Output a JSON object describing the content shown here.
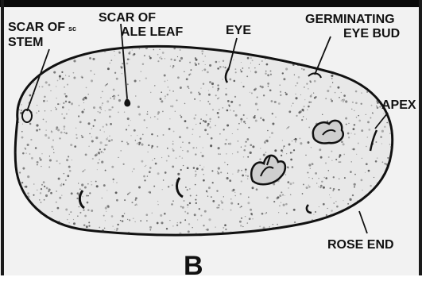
{
  "diagram": {
    "figure_letter": "B",
    "labels": {
      "scar_of_stem_line1": "SCAR OF",
      "scar_of_stem_suffix": "sc",
      "scar_of_stem_line2": "STEM",
      "scar_of_scale_leaf_line1": "SCAR OF",
      "scar_of_scale_leaf_line2": "ALE LEAF",
      "eye": "EYE",
      "germinating_eye_bud_line1": "GERMINATING",
      "germinating_eye_bud_line2": "EYE BUD",
      "apex": "APEX",
      "rose_end": "ROSE END"
    }
  },
  "colors": {
    "ink": "#111111",
    "paper": "#f2f2f2",
    "speckle": "#2a2a2a"
  }
}
